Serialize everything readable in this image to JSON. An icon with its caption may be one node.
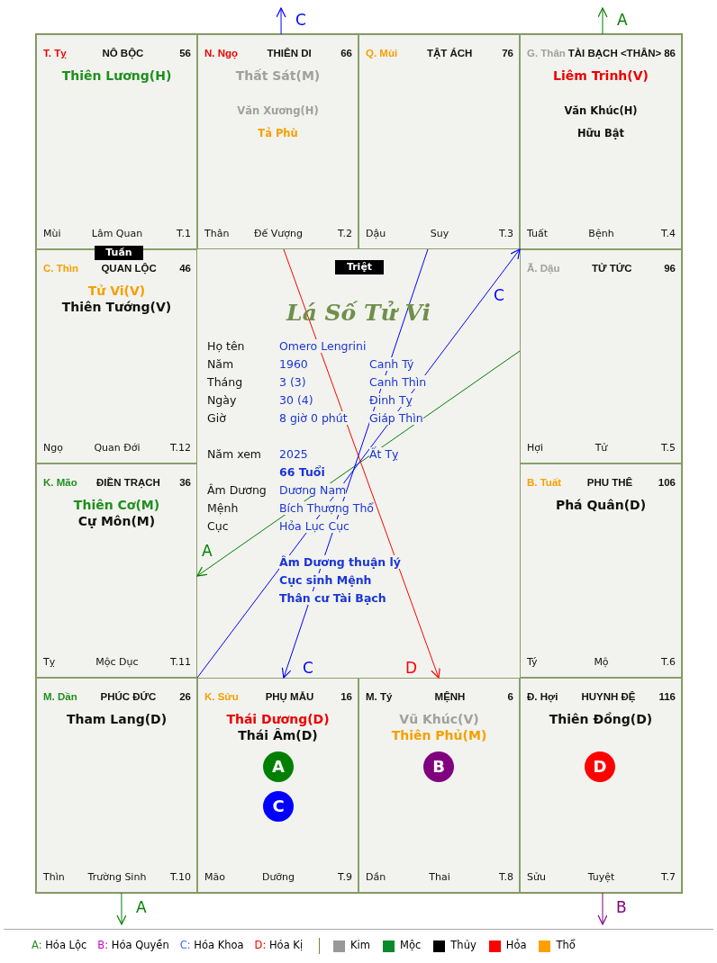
{
  "diagram": {
    "title": "Lá Số Tử Vi",
    "nodes": [
      {
        "text": [
          "T. Tỵ",
          "NÔ BỘC",
          "56",
          "Thiên Lương(H)",
          "Mùi",
          "Lâm Quan",
          "T.1"
        ]
      },
      {
        "text": [
          "N. Ngọ",
          "THIÊN DI",
          "66",
          "Thất Sát(M)",
          "Văn Xương(H)",
          "Tả Phù",
          "Thân",
          "Đế Vượng",
          "T.2"
        ]
      },
      {
        "text": [
          "Q. Mùi",
          "TẬT ÁCH",
          "76",
          "Dậu",
          "Suy",
          "T.3"
        ]
      },
      {
        "text": [
          "G. Thân",
          "TÀI BẠCH <THÂN>",
          "86",
          "Liêm Trinh(V)",
          "Văn Khúc(H)",
          "Hữu Bật",
          "Tuất",
          "Bệnh",
          "T.4"
        ]
      },
      {
        "text": [
          "C. Thìn",
          "QUAN LỘC",
          "46",
          "Tử Vi(V)",
          "Thiên Tướng(V)",
          "Ngọ",
          "Quan Đới",
          "T.12"
        ]
      },
      {
        "text": [
          "Ã. Dậu",
          "TỬ TỨC",
          "96",
          "Hợi",
          "Tử",
          "T.5"
        ]
      },
      {
        "text": [
          "K. Mão",
          "ĐIỀN TRẠCH",
          "36",
          "Thiên Cơ(M)",
          "Cự Môn(M)",
          "Tỵ",
          "Mộc Dục",
          "T.11"
        ]
      },
      {
        "text": [
          "B. Tuất",
          "PHU THÊ",
          "106",
          "Phá Quân(D)",
          "Tý",
          "Mộ",
          "T.6"
        ]
      },
      {
        "text": [
          "M. Dần",
          "PHÚC ĐỨC",
          "26",
          "Tham Lang(D)",
          "Thìn",
          "Trường Sinh",
          "T.10"
        ]
      },
      {
        "text": [
          "K. Sửu",
          "PHỤ MẪU",
          "16",
          "Thái Dương(D)",
          "Thái Âm(D)",
          "Mão",
          "Dưỡng",
          "T.9"
        ]
      },
      {
        "text": [
          "A"
        ],
        "in": 9
      },
      {
        "text": [
          "C"
        ],
        "in": 9
      },
      {
        "text": [
          "M. Tý",
          "MỆNH",
          "6",
          "Vũ Khúc(V)",
          "Thiên Phủ(M)",
          "Dần",
          "Thai",
          "T.8"
        ]
      },
      {
        "text": [
          "B"
        ],
        "in": 12
      },
      {
        "text": [
          "Đ. Hợi",
          "HUYNH ĐỆ",
          "116",
          "Thiên Đồng(D)",
          "Sửu",
          "Tuyệt",
          "T.7"
        ]
      },
      {
        "text": [
          "D"
        ],
        "in": 14
      }
    ],
    "edges": [
      {
        "from": 5,
        "to": 6,
        "arrow": "to",
        "label": "A",
        "color": "#008000"
      },
      {
        "from": 8,
        "to": 3,
        "arrow": "to",
        "label": "C",
        "color": "#0000ff"
      },
      {
        "from": 2,
        "to": 9,
        "arrow": "to",
        "label": "C",
        "color": "#0000ff"
      },
      {
        "from": 1,
        "to": 12,
        "arrow": "to",
        "label": "D",
        "color": "#ff0000"
      },
      {
        "from": 3,
        "to": null,
        "arrow": "to",
        "label": "A",
        "color": "#008000"
      },
      {
        "from": 1,
        "to": null,
        "arrow": "to",
        "label": "C",
        "color": "#0000ff"
      },
      {
        "from": 8,
        "to": null,
        "arrow": "to",
        "label": "A",
        "color": "#008000"
      },
      {
        "from": 14,
        "to": null,
        "arrow": "to",
        "label": "B",
        "color": "#800080"
      }
    ],
    "labels": [
      "Tuần",
      "Triệt",
      "Họ tên",
      "Omero Lengrini",
      "Năm",
      "1960",
      "Canh Tý",
      "Tháng",
      "3 (3)",
      "Canh Thìn",
      "Ngày",
      "30 (4)",
      "Đinh Tỵ",
      "Giờ",
      "8 giờ 0 phút",
      "Giáp Thìn",
      "Năm xem",
      "2025",
      "Ất Tỵ",
      "66 Tuổi",
      "Âm Dương",
      "Dương Nam",
      "Mệnh",
      "Bích Thượng Thổ",
      "Cục",
      "Hỏa Lục Cục",
      "Âm Dương thuận lý",
      "Cục sinh Mệnh",
      "Thân cư Tài Bạch"
    ],
    "legend": [
      {
        "text": "A: Hóa Lộc"
      },
      {
        "text": "B: Hóa Quyền"
      },
      {
        "text": "C: Hóa Khoa"
      },
      {
        "text": "D: Hóa Kị"
      },
      {
        "text": "Kim",
        "color": "#999999"
      },
      {
        "text": "Mộc",
        "color": "#0a8a2a"
      },
      {
        "text": "Thủy",
        "color": "#000000"
      },
      {
        "text": "Hỏa",
        "color": "#ff0000"
      },
      {
        "text": "Thổ",
        "color": "#ffa000"
      }
    ]
  }
}
